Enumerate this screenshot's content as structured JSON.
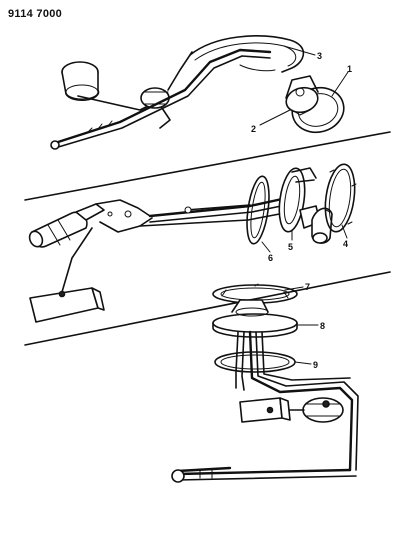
{
  "document": {
    "number": "9114 7000"
  },
  "callouts": [
    {
      "id": "1",
      "text": "1"
    },
    {
      "id": "2",
      "text": "2"
    },
    {
      "id": "3",
      "text": "3"
    },
    {
      "id": "4",
      "text": "4"
    },
    {
      "id": "5",
      "text": "5"
    },
    {
      "id": "6",
      "text": "6"
    },
    {
      "id": "7",
      "text": "7"
    },
    {
      "id": "8",
      "text": "8"
    },
    {
      "id": "9",
      "text": "9"
    }
  ],
  "colors": {
    "ink": "#111111",
    "paper": "#ffffff"
  }
}
